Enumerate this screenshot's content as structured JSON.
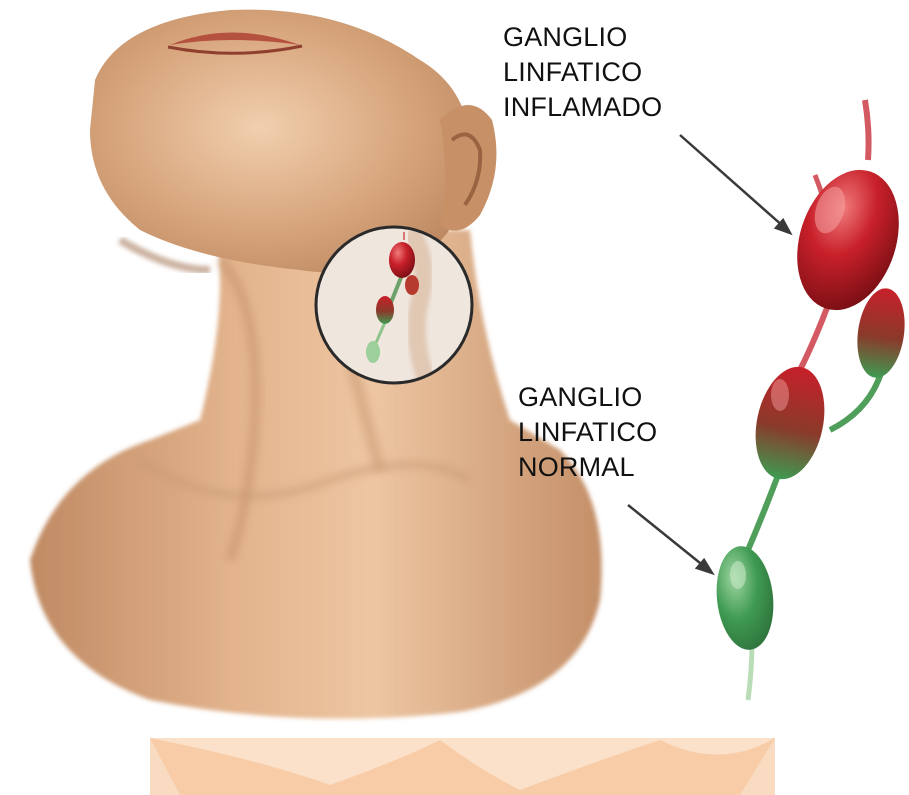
{
  "labels": {
    "inflamed": [
      "GANGLIO",
      "LINFATICO",
      "INFLAMADO"
    ],
    "normal": [
      "GANGLIO",
      "LINFATICO",
      "NORMAL"
    ]
  },
  "colors": {
    "skin_base": "#d7a57c",
    "skin_shadow": "#b7825c",
    "skin_highlight": "#f1cfae",
    "node_inflamed": "#c8202a",
    "node_normal": "#3f9a52",
    "banner": "#f7c89c",
    "text": "#111111"
  },
  "icons": [
    "neck-illustration",
    "magnifier-circle",
    "lymph-node-chain",
    "pointer-arrow"
  ]
}
